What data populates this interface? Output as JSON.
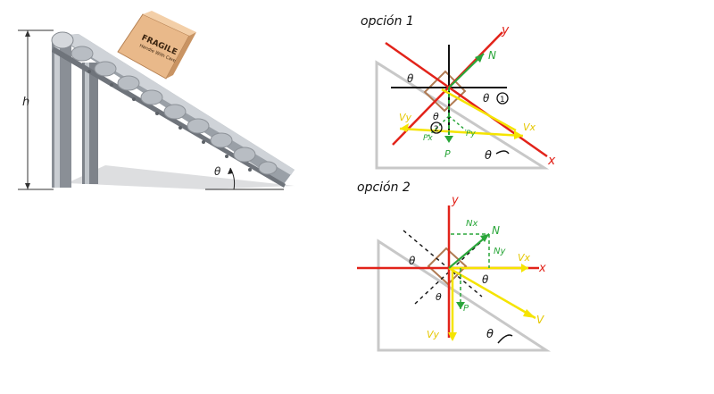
{
  "illustration": {
    "height_label": "h",
    "angle_label": "θ",
    "box_lines": [
      "FRAGILE",
      "Handle With Care"
    ]
  },
  "option1": {
    "title": "opción 1",
    "axis_y": "y",
    "axis_x": "x",
    "normal": "N",
    "weight": "P",
    "v_y": "Vy",
    "v_x": "Vx",
    "px": "Px",
    "py": "Py",
    "theta": "θ",
    "marker_1": "1",
    "marker_2": "2"
  },
  "option2": {
    "title": "opción 2",
    "axis_y": "y",
    "axis_x": "x",
    "normal": "N",
    "n_x": "Nx",
    "n_y": "Ny",
    "weight": "P",
    "v": "V",
    "v_x": "Vx",
    "v_y": "Vy",
    "theta": "θ"
  },
  "colors": {
    "red": "#e2231a",
    "green": "#2aa63a",
    "yellow": "#f5e400",
    "gray": "#c8c8c8",
    "brown": "#b07a52",
    "box": "#e9b98a"
  }
}
